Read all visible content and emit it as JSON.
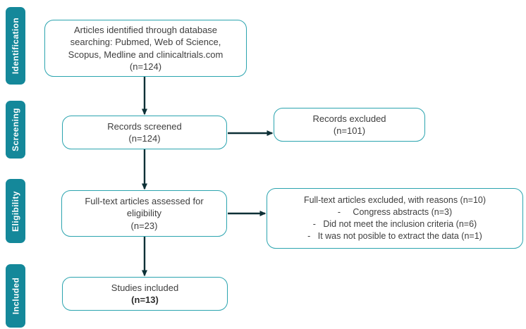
{
  "diagram": {
    "type": "prisma-flow",
    "palette": {
      "stage_badge_fill": "#14889a",
      "box_border": "#2ba4af",
      "arrow_color": "#0d3036",
      "text_color": "#3e3e3e",
      "badge_text_color": "#ffffff"
    },
    "sidebar": {
      "stages": [
        {
          "label": "Identification"
        },
        {
          "label": "Screening"
        },
        {
          "label": "Eligibility"
        },
        {
          "label": "Included"
        }
      ]
    },
    "boxes": {
      "identified": {
        "lines": [
          "Articles identified through database",
          "searching: Pubmed, Web of Science,",
          "Scopus, Medline and clinicaltrials.com",
          "(n=124)"
        ],
        "count": 124
      },
      "screened": {
        "lines": [
          "Records screened",
          "(n=124)"
        ],
        "count": 124
      },
      "records_excluded": {
        "lines": [
          "Records excluded",
          "(n=101)"
        ],
        "count": 101
      },
      "assessed": {
        "lines": [
          "Full-text articles assessed for",
          "eligibility",
          "(n=23)"
        ],
        "count": 23
      },
      "fulltext_excluded": {
        "lines": [
          "Full-text articles excluded, with reasons (n=10)",
          "-     Congress abstracts (n=3)",
          "-   Did not meet the inclusion criteria (n=6)",
          "-   It was not posible to extract the data (n=1)"
        ],
        "count": 10
      },
      "included": {
        "line1": "Studies included",
        "line2": "(n=13)",
        "count": 13
      }
    }
  }
}
